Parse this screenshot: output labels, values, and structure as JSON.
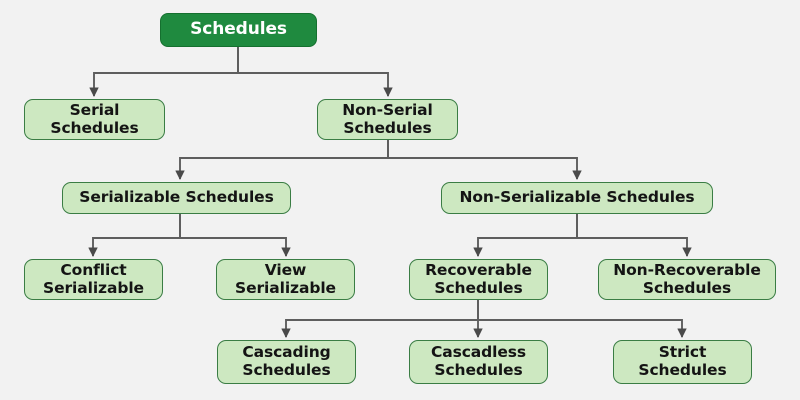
{
  "diagram": {
    "type": "tree-hierarchy",
    "title": "Schedules",
    "background_color": "#f2f2f2",
    "root_fill": "#1f8a3f",
    "root_text_color": "#ffffff",
    "node_fill": "#cde8c1",
    "node_border_color": "#3a7d44",
    "node_text_color": "#141414",
    "edge_color": "#5e5e5e",
    "nodes": {
      "root": "Schedules",
      "serial": "Serial\nSchedules",
      "non_serial": "Non-Serial\nSchedules",
      "serializable": "Serializable Schedules",
      "non_serializable": "Non-Serializable Schedules",
      "conflict": "Conflict\nSerializable",
      "view": "View\nSerializable",
      "recoverable": "Recoverable\nSchedules",
      "non_recoverable": "Non-Recoverable\nSchedules",
      "cascading": "Cascading\nSchedules",
      "cascadeless": "Cascadless\nSchedules",
      "strict": "Strict\nSchedules"
    },
    "edges": [
      {
        "from": "root",
        "to": "serial"
      },
      {
        "from": "root",
        "to": "non_serial"
      },
      {
        "from": "non_serial",
        "to": "serializable"
      },
      {
        "from": "non_serial",
        "to": "non_serializable"
      },
      {
        "from": "serializable",
        "to": "conflict"
      },
      {
        "from": "serializable",
        "to": "view"
      },
      {
        "from": "non_serializable",
        "to": "recoverable"
      },
      {
        "from": "non_serializable",
        "to": "non_recoverable"
      },
      {
        "from": "recoverable",
        "to": "cascading"
      },
      {
        "from": "recoverable",
        "to": "cascadeless"
      },
      {
        "from": "recoverable",
        "to": "strict"
      }
    ]
  }
}
